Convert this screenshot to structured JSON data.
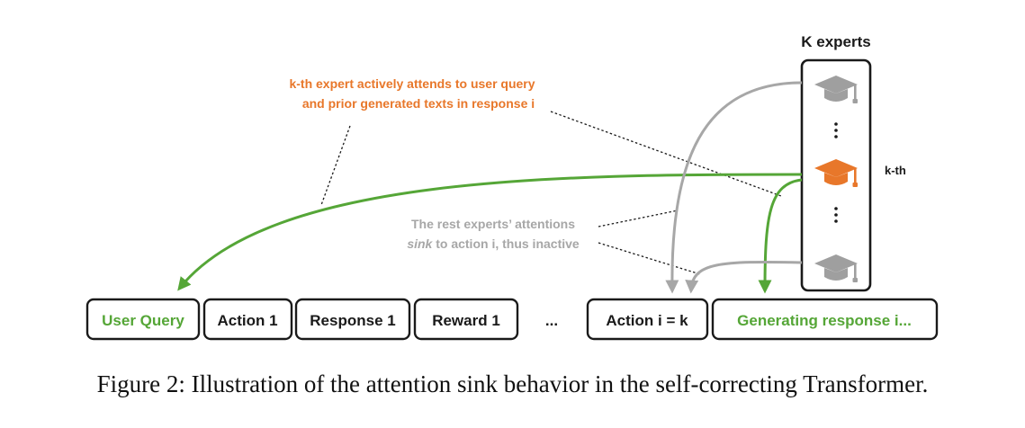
{
  "diagram": {
    "experts_title": "K experts",
    "kth_label": "k-th",
    "dots": "⋮",
    "annotation_kth": {
      "line1": "k-th expert actively attends to user query",
      "line2": "and prior generated texts in response i"
    },
    "annotation_rest": {
      "line1": "The rest experts’ attentions",
      "line2_italic": "sink",
      "line2_rest": " to action i, thus inactive"
    },
    "ellipsis": "...",
    "tokens": {
      "user_query": "User Query",
      "action_1": "Action 1",
      "response_1": "Response 1",
      "reward_1": "Reward 1",
      "action_i": "Action i = k",
      "generating": "Generating response i..."
    },
    "icons": {
      "expert_top": "graduation-cap-icon",
      "expert_kth": "graduation-cap-icon",
      "expert_bottom": "graduation-cap-icon"
    },
    "colors": {
      "green": "#55a637",
      "orange": "#e8772a",
      "gray": "#a7a7a7",
      "dark": "#1a1a1a"
    }
  },
  "caption": "Figure 2: Illustration of the attention sink behavior in the self-correcting Transformer."
}
